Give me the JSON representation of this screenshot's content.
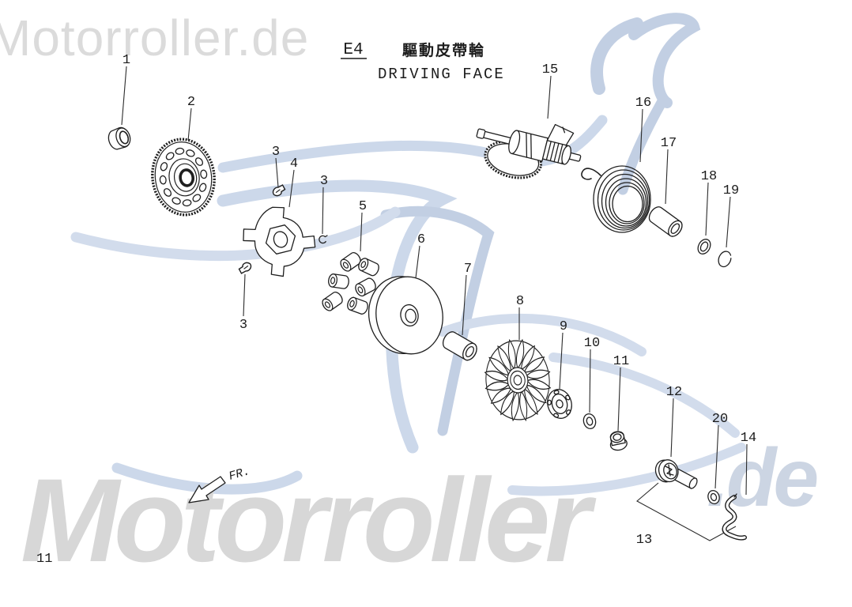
{
  "title": {
    "section_code": "E4",
    "title_cn": "驅動皮帶輪",
    "title_en": "DRIVING FACE"
  },
  "page": {
    "number": "11",
    "direction_label": "FR."
  },
  "watermarks": {
    "top": "Motorroller.de",
    "bottom": "Motorroller",
    "bottom_right": ".de"
  },
  "colors": {
    "background": "#ffffff",
    "line_art": "#1f1f1f",
    "watermark_gray": "#d7d7d7",
    "watermark_blue_light": "#d2dcec",
    "watermark_blue_mid": "#c2cfe3"
  },
  "callouts": [
    {
      "label": "1"
    },
    {
      "label": "2"
    },
    {
      "label": "3"
    },
    {
      "label": "4"
    },
    {
      "label": "3"
    },
    {
      "label": "5"
    },
    {
      "label": "3"
    },
    {
      "label": "6"
    },
    {
      "label": "7"
    },
    {
      "label": "8"
    },
    {
      "label": "9"
    },
    {
      "label": "10"
    },
    {
      "label": "11"
    },
    {
      "label": "12"
    },
    {
      "label": "13"
    },
    {
      "label": "14"
    },
    {
      "label": "15"
    },
    {
      "label": "16"
    },
    {
      "label": "17"
    },
    {
      "label": "18"
    },
    {
      "label": "19"
    },
    {
      "label": "20"
    }
  ]
}
